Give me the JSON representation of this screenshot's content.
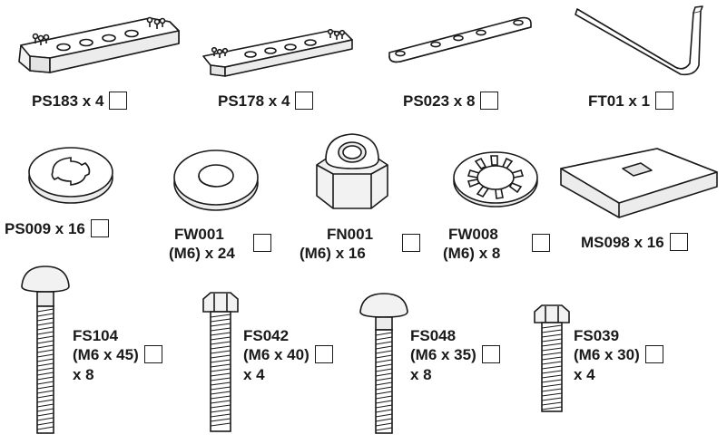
{
  "title": "Hardware parts checklist",
  "parts": {
    "ps183": {
      "code": "PS183",
      "qty": "x 4"
    },
    "ps178": {
      "code": "PS178",
      "qty": "x 4"
    },
    "ps023": {
      "code": "PS023",
      "qty": "x 8"
    },
    "ft01": {
      "code": "FT01",
      "qty": "x 1"
    },
    "ps009": {
      "code": "PS009",
      "qty": "x 16"
    },
    "fw001": {
      "code": "FW001",
      "spec": "(M6)",
      "qty": "x 24"
    },
    "fn001": {
      "code": "FN001",
      "spec": "(M6)",
      "qty": "x 16"
    },
    "fw008": {
      "code": "FW008",
      "spec": "(M6)",
      "qty": "x 8"
    },
    "ms098": {
      "code": "MS098",
      "qty": "x 16"
    },
    "fs104": {
      "code": "FS104",
      "spec": "(M6 x 45)",
      "qty": "x 8"
    },
    "fs042": {
      "code": "FS042",
      "spec": "(M6 x 40)",
      "qty": "x 4"
    },
    "fs048": {
      "code": "FS048",
      "spec": "(M6 x 35)",
      "qty": "x 8"
    },
    "fs039": {
      "code": "FS039",
      "spec": "(M6 x 30)",
      "qty": "x 4"
    }
  },
  "icons": {
    "ps183": "long-spacer-plate-icon",
    "ps178": "short-spacer-plate-icon",
    "ps023": "flat-bracket-strip-icon",
    "ft01": "hex-key-icon",
    "ps009": "splined-washer-icon",
    "fw001": "flat-washer-icon",
    "fn001": "lock-nut-icon",
    "fw008": "star-lock-washer-icon",
    "ms098": "square-hole-plate-icon",
    "fs104": "carriage-bolt-icon",
    "fs042": "hex-bolt-icon",
    "fs048": "carriage-bolt-icon",
    "fs039": "hex-bolt-icon"
  }
}
